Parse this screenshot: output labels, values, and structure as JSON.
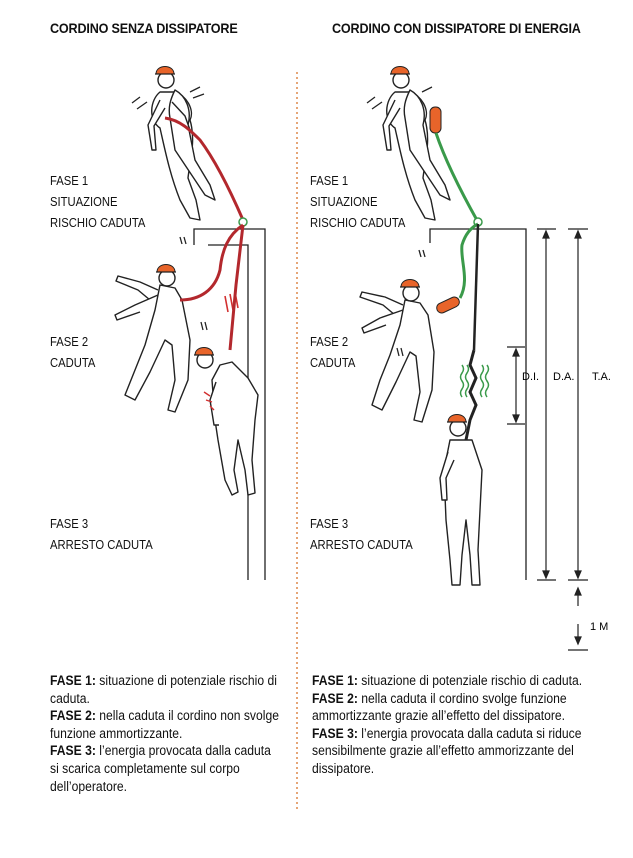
{
  "left": {
    "title": "CORDINO SENZA DISSIPATORE",
    "phase1": [
      "FASE 1",
      "SITUAZIONE",
      "RISCHIO CADUTA"
    ],
    "phase2": [
      "FASE 2",
      "CADUTA"
    ],
    "phase3": [
      "FASE 3",
      "ARRESTO CADUTA"
    ],
    "desc": [
      {
        "label": "FASE 1:",
        "text": " situazione di potenziale rischio di caduta."
      },
      {
        "label": "FASE 2:",
        "text": " nella caduta il cordino non svolge funzione ammortizzante."
      },
      {
        "label": "FASE 3:",
        "text": " l’energia provocata dalla caduta si scarica completamente sul corpo dell’operatore."
      }
    ]
  },
  "right": {
    "title": "CORDINO CON DISSIPATORE DI ENERGIA",
    "phase1": [
      "FASE 1",
      "SITUAZIONE",
      "RISCHIO CADUTA"
    ],
    "phase2": [
      "FASE 2",
      "CADUTA"
    ],
    "phase3": [
      "FASE 3",
      "ARRESTO CADUTA"
    ],
    "desc": [
      {
        "label": "FASE 1:",
        "text": " situazione di potenziale rischio di caduta."
      },
      {
        "label": "FASE 2:",
        "text": " nella caduta il cordino svolge funzione ammortizzante grazie all’effetto del dissipatore."
      },
      {
        "label": "FASE 3:",
        "text": " l’energia provocata dalla caduta si riduce sensibilmente grazie all’effetto ammorizzante del dissipatore."
      }
    ]
  },
  "measures": {
    "di": "D.I.",
    "da": "D.A.",
    "ta": "T.A.",
    "one_m": "1 M"
  },
  "colors": {
    "helmet": "#e8642a",
    "lanyard_red": "#b3282d",
    "lanyard_green": "#3a9a4a",
    "divider": "#d9772e",
    "wall": "#222222"
  }
}
